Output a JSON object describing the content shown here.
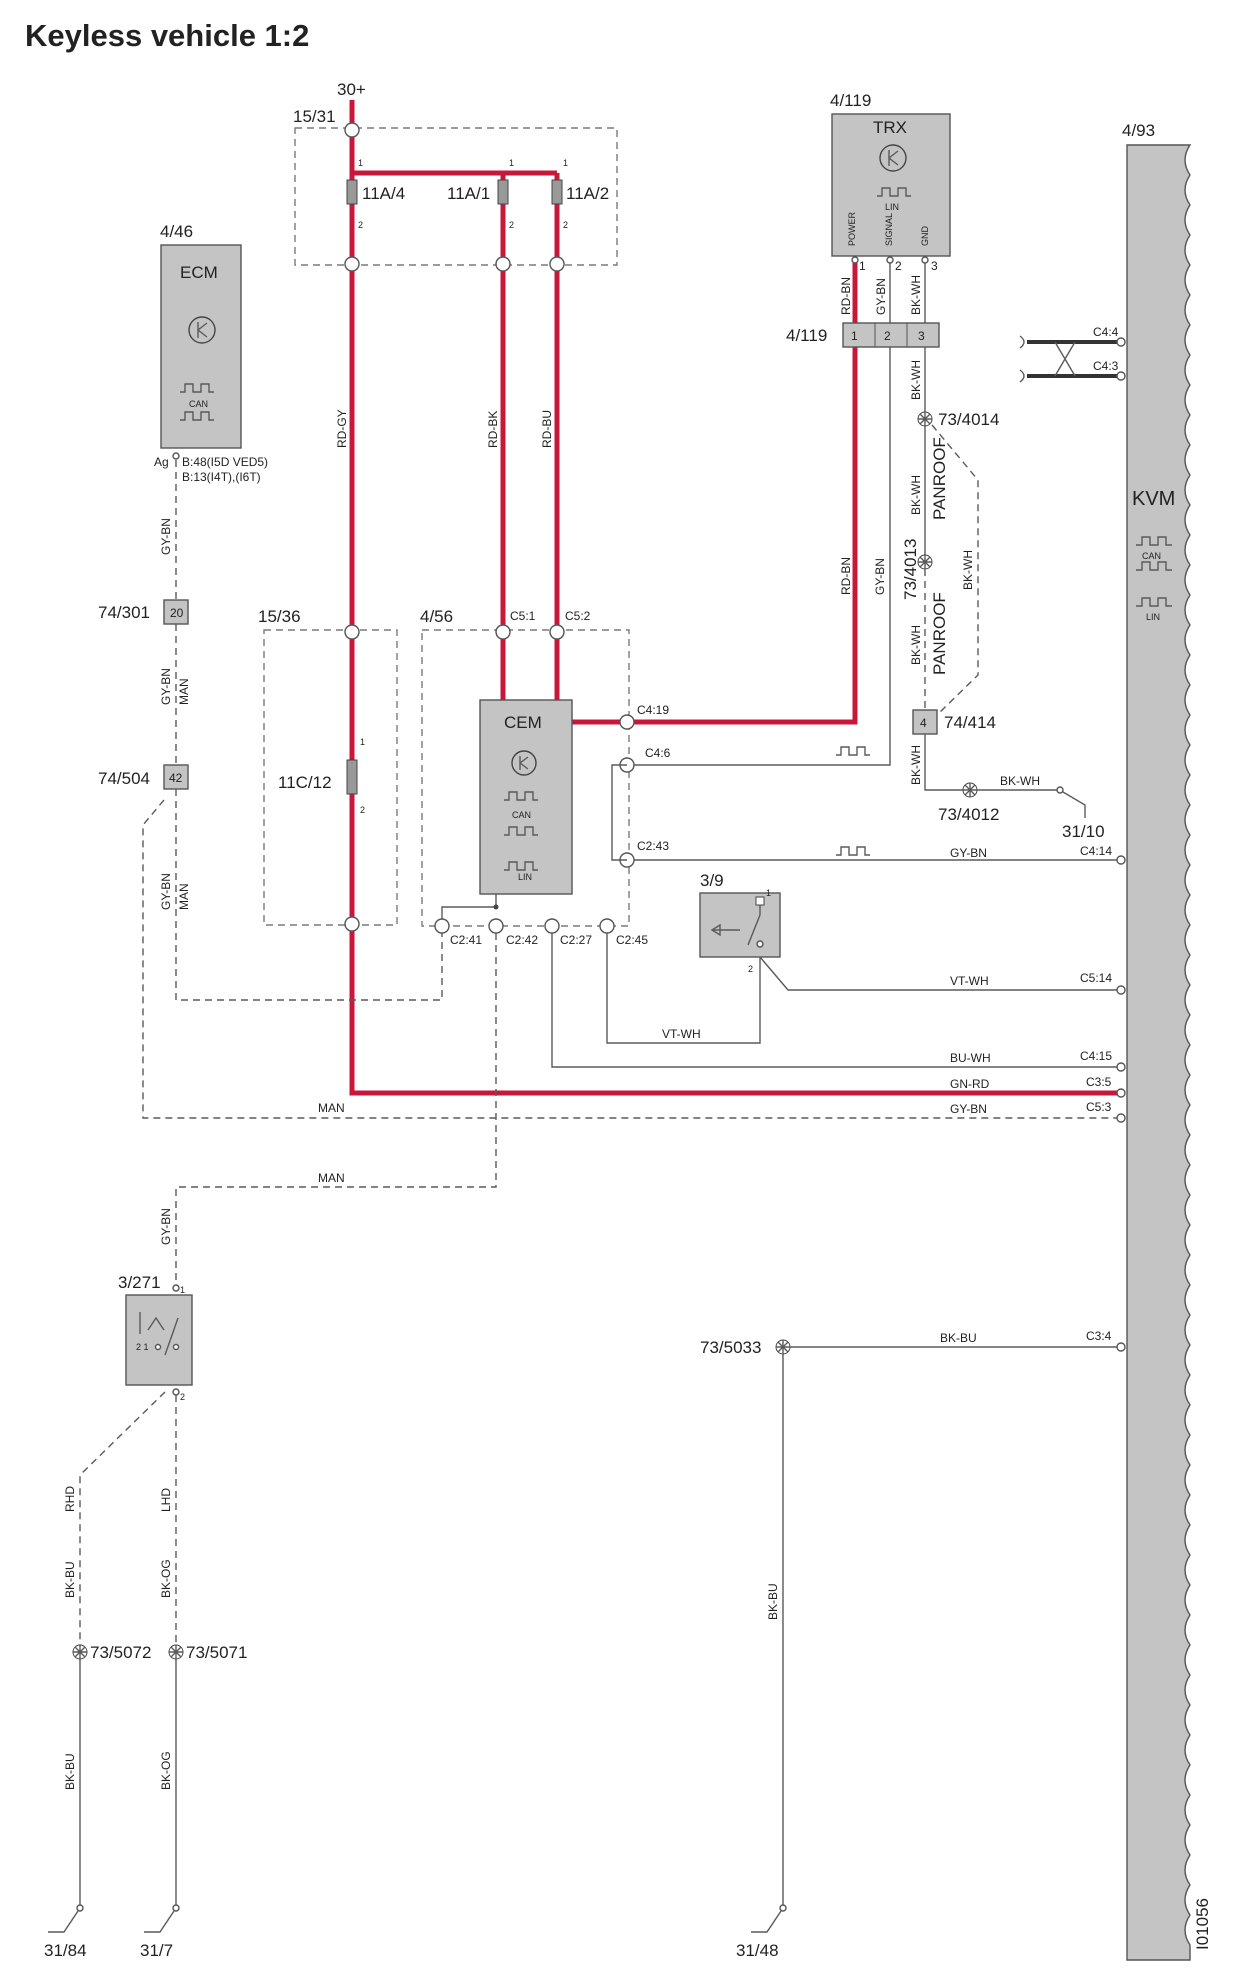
{
  "title": "Keyless vehicle 1:2",
  "drawing_id": "I01056",
  "components": {
    "ecm": {
      "ref": "4/46",
      "name": "ECM",
      "bus": "CAN",
      "pin": "Ag",
      "pin_note1": "B:48(I5D VED5)",
      "pin_note2": "B:13(I4T),(I6T)"
    },
    "trx": {
      "ref": "4/119",
      "name": "TRX",
      "bus": "LIN",
      "pins": [
        "POWER",
        "SIGNAL",
        "GND"
      ]
    },
    "trx_conn": {
      "ref": "4/119"
    },
    "cem": {
      "ref": "4/56",
      "name": "CEM",
      "bus1": "CAN",
      "bus2": "LIN"
    },
    "kvm": {
      "ref": "4/93",
      "name": "KVM",
      "bus1": "CAN",
      "bus2": "LIN"
    },
    "fusebox1": {
      "ref": "15/31",
      "supply": "30+",
      "fuses": [
        "11A/4",
        "11A/1",
        "11A/2"
      ]
    },
    "fusebox2": {
      "ref": "15/36",
      "fuse": "11C/12"
    },
    "switch39": {
      "ref": "3/9"
    },
    "switch3271": {
      "ref": "3/271"
    }
  },
  "connectors": {
    "c74_301": {
      "ref": "74/301",
      "pin": "20"
    },
    "c74_504": {
      "ref": "74/504",
      "pin": "42"
    },
    "c74_414": {
      "ref": "74/414",
      "pin": "4"
    }
  },
  "splices": {
    "s4014": "73/4014",
    "s4013": "73/4013",
    "s4012": "73/4012",
    "s5033": "73/5033",
    "s5072": "73/5072",
    "s5071": "73/5071"
  },
  "grounds": {
    "g3110": "31/10",
    "g3184": "31/84",
    "g317": "31/7",
    "g3148": "31/48"
  },
  "cem_pins": {
    "c51": "C5:1",
    "c52": "C5:2",
    "c419": "C4:19",
    "c46": "C4:6",
    "c243": "C2:43",
    "c241": "C2:41",
    "c242": "C2:42",
    "c227": "C2:27",
    "c245": "C2:45"
  },
  "kvm_pins": {
    "c44": "C4:4",
    "c43": "C4:3",
    "c414": "C4:14",
    "c514": "C5:14",
    "c415": "C4:15",
    "c35": "C3:5",
    "c53": "C5:3",
    "c34": "C3:4"
  },
  "wires": {
    "rdgy": "RD-GY",
    "rdbk": "RD-BK",
    "rdbu": "RD-BU",
    "rdbn": "RD-BN",
    "gybn": "GY-BN",
    "bkwh": "BK-WH",
    "vtwh": "VT-WH",
    "buwh": "BU-WH",
    "gnrd": "GN-RD",
    "bkbu": "BK-BU",
    "bkog": "BK-OG"
  },
  "options": {
    "man": "MAN",
    "panroof": "PANROOF",
    "rhd": "RHD",
    "lhd": "LHD"
  }
}
